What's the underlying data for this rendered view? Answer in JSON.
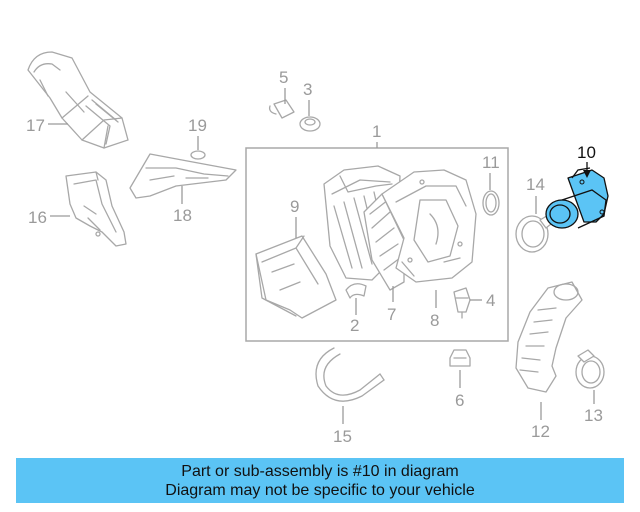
{
  "diagram": {
    "highlight_color": "#5bc4f5",
    "highlighted_part": "10",
    "parts": [
      {
        "num": "1"
      },
      {
        "num": "2"
      },
      {
        "num": "3"
      },
      {
        "num": "4"
      },
      {
        "num": "5"
      },
      {
        "num": "6"
      },
      {
        "num": "7"
      },
      {
        "num": "8"
      },
      {
        "num": "9"
      },
      {
        "num": "10"
      },
      {
        "num": "11"
      },
      {
        "num": "12"
      },
      {
        "num": "13"
      },
      {
        "num": "14"
      },
      {
        "num": "15"
      },
      {
        "num": "16"
      },
      {
        "num": "17"
      },
      {
        "num": "18"
      },
      {
        "num": "19"
      }
    ]
  },
  "banner": {
    "line1": "Part or sub-assembly is #10 in diagram",
    "line2": "Diagram may not be specific to your vehicle",
    "background": "#5bc4f5"
  }
}
